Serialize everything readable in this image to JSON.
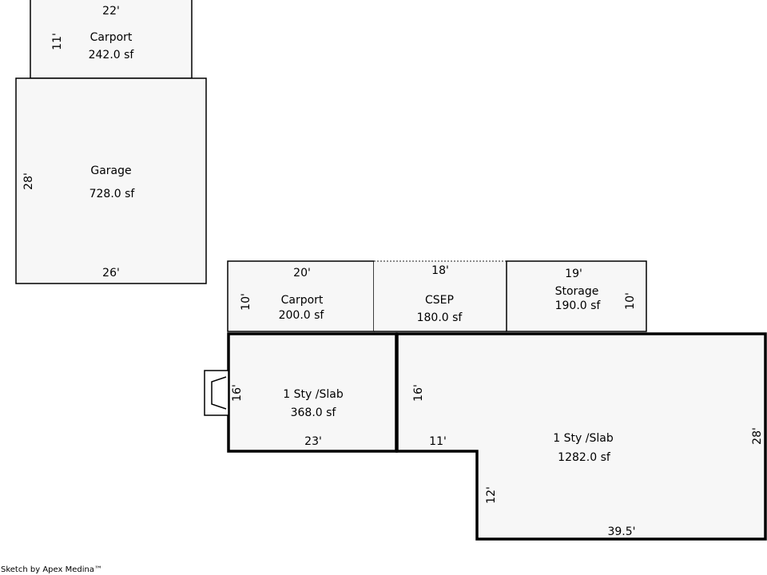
{
  "areas": {
    "carport_top": {
      "name": "Carport",
      "area": "242.0 sf",
      "dim_width": "22'",
      "dim_depth": "11'"
    },
    "garage": {
      "name": "Garage",
      "area": "728.0 sf",
      "dim_depth": "28'",
      "dim_width": "26'"
    },
    "carport_small": {
      "name": "Carport",
      "area": "200.0 sf",
      "dim_width": "20'",
      "dim_depth": "10'"
    },
    "csep": {
      "name": "CSEP",
      "area": "180.0 sf",
      "dim_width": "18'"
    },
    "storage": {
      "name": "Storage",
      "area": "190.0 sf",
      "dim_width": "19'",
      "dim_depth": "10'"
    },
    "sty_small": {
      "name": "1 Sty /Slab",
      "area": "368.0 sf",
      "dim_depth": "16'",
      "dim_width": "23'"
    },
    "sty_large": {
      "name": "1 Sty /Slab",
      "area": "1282.0 sf",
      "dim_left": "16'",
      "dim_step": "11'",
      "dim_step_depth": "12'",
      "dim_bottom": "39.5'",
      "dim_right": "28'"
    }
  },
  "footer": {
    "credit": "Sketch by Apex Medina™"
  }
}
